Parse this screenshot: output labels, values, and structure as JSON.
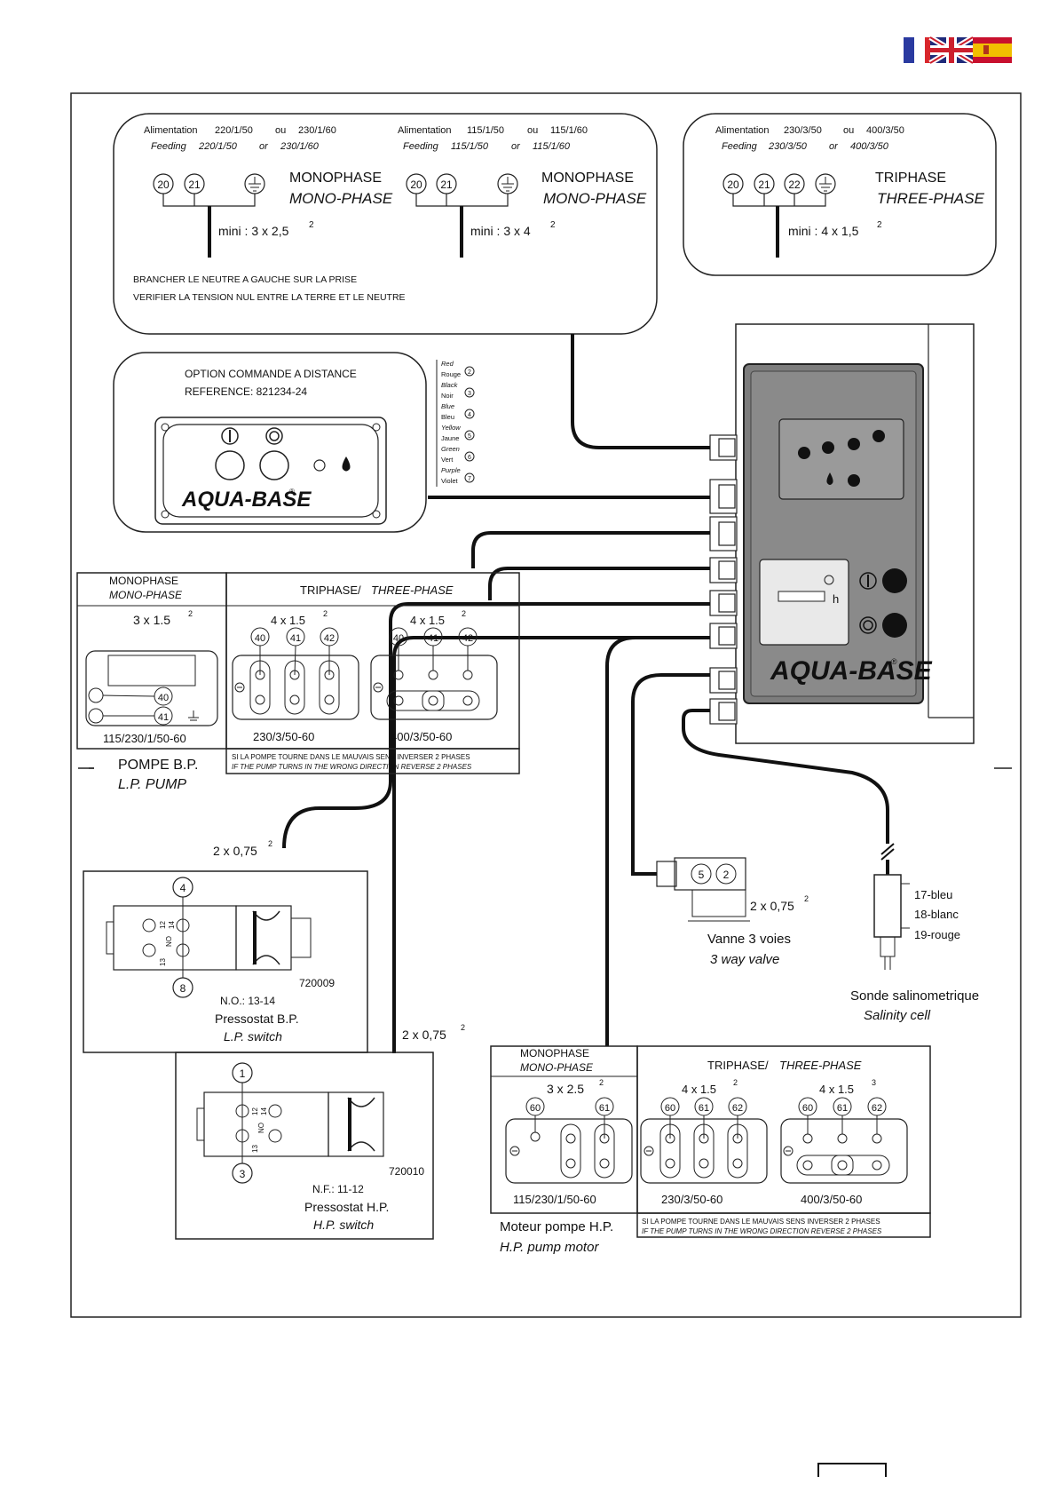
{
  "flags": [
    {
      "name": "france-flag",
      "colors": [
        "#2a3aa0",
        "#ffffff",
        "#d8262c"
      ]
    },
    {
      "name": "uk-flag",
      "colors": [
        "#1f2a7a",
        "#ffffff",
        "#cc1f2d"
      ]
    },
    {
      "name": "spain-flag",
      "colors": [
        "#c8102e",
        "#f1bf00",
        "#c8102e"
      ]
    }
  ],
  "power_box": {
    "mono_230": {
      "feed_fr_label": "Alimentation",
      "feed_fr_value": "220/1/50",
      "or_fr": "ou",
      "feed_fr_alt": "230/1/60",
      "feed_en_label": "Feeding",
      "feed_en_value": "220/1/50",
      "or_en": "or",
      "feed_en_alt": "230/1/60",
      "terminals": [
        "20",
        "21"
      ],
      "title_fr": "MONOPHASE",
      "title_en": "MONO-PHASE",
      "cable": "mini : 3 x 2,5",
      "cable_exp": "2"
    },
    "mono_115": {
      "feed_fr_label": "Alimentation",
      "feed_fr_value": "115/1/50",
      "or_fr": "ou",
      "feed_fr_alt": "115/1/60",
      "feed_en_label": "Feeding",
      "feed_en_value": "115/1/50",
      "or_en": "or",
      "feed_en_alt": "115/1/60",
      "terminals": [
        "20",
        "21"
      ],
      "title_fr": "MONOPHASE",
      "title_en": "MONO-PHASE",
      "cable": "mini : 3 x 4",
      "cable_exp": "2"
    },
    "note_line1": "BRANCHER LE NEUTRE A GAUCHE SUR LA PRISE",
    "note_line2": "VERIFIER LA TENSION NUL ENTRE LA TERRE ET LE NEUTRE"
  },
  "three_phase_box": {
    "feed_fr_label": "Alimentation",
    "feed_fr_value": "230/3/50",
    "or_fr": "ou",
    "feed_fr_alt": "400/3/50",
    "feed_en_label": "Feeding",
    "feed_en_value": "230/3/50",
    "or_en": "or",
    "feed_en_alt": "400/3/50",
    "terminals": [
      "20",
      "21",
      "22"
    ],
    "title_fr": "TRIPHASE",
    "title_en": "THREE-PHASE",
    "cable": "mini : 4 x 1,5",
    "cable_exp": "2"
  },
  "remote_option": {
    "line1": "OPTION COMMANDE A DISTANCE",
    "line2": "REFERENCE: 821234-24",
    "logo": "AQUA-BASE",
    "wires": [
      {
        "en": "Red",
        "fr": "Rouge",
        "num": "2"
      },
      {
        "en": "Black",
        "fr": "Noir",
        "num": "3"
      },
      {
        "en": "Blue",
        "fr": "Bleu",
        "num": "4"
      },
      {
        "en": "Yellow",
        "fr": "Jaune",
        "num": "5"
      },
      {
        "en": "Green",
        "fr": "Vert",
        "num": "6"
      },
      {
        "en": "Purple",
        "fr": "Violet",
        "num": "7"
      }
    ]
  },
  "controller": {
    "logo": "AQUA-BASE",
    "display_unit": "h"
  },
  "lp_pump": {
    "mono_header_fr": "MONOPHASE",
    "mono_header_en": "MONO-PHASE",
    "mono_cable": "3 x 1.5",
    "mono_cable_exp": "2",
    "mono_terminals": [
      "40",
      "41"
    ],
    "mono_rating": "115/230/1/50-60",
    "tri_header_fr": "TRIPHASE",
    "tri_header_sep": "/",
    "tri_header_en": "THREE-PHASE",
    "tri_cable": "4 x 1.5",
    "tri_cable_exp": "2",
    "tri_terminals": [
      "40",
      "41",
      "42"
    ],
    "tri_rating_1": "230/3/50-60",
    "tri_rating_2": "400/3/50-60",
    "warn_fr": "SI LA POMPE TOURNE DANS LE MAUVAIS SENS INVERSER 2 PHASES",
    "warn_en": "IF THE PUMP TURNS IN THE WRONG DIRECTION REVERSE 2 PHASES",
    "label_fr": "POMPE B.P.",
    "label_en": "L.P. PUMP"
  },
  "lp_switch": {
    "cable": "2 x 0,75",
    "cable_exp": "2",
    "top_terminal": "4",
    "bottom_terminal": "8",
    "contacts": [
      "12",
      "14",
      "13",
      "NO"
    ],
    "ref": "720009",
    "contact_type": "N.O.: 13-14",
    "label_fr": "Pressostat B.P.",
    "label_en": "L.P. switch"
  },
  "hp_switch": {
    "cable": "2 x 0,75",
    "cable_exp": "2",
    "top_terminal": "1",
    "bottom_terminal": "3",
    "contacts": [
      "12",
      "14",
      "13",
      "NO"
    ],
    "ref": "720010",
    "contact_type": "N.F.: 11-12",
    "label_fr": "Pressostat H.P.",
    "label_en": "H.P. switch"
  },
  "valve": {
    "terminals": [
      "5",
      "2"
    ],
    "cable": "2 x 0,75",
    "cable_exp": "2",
    "label_fr": "Vanne 3 voies",
    "label_en": "3 way valve"
  },
  "salinity_cell": {
    "wires": [
      "17-bleu",
      "18-blanc",
      "19-rouge"
    ],
    "label_fr": "Sonde salinometrique",
    "label_en": "Salinity cell"
  },
  "hp_pump": {
    "mono_header_fr": "MONOPHASE",
    "mono_header_en": "MONO-PHASE",
    "mono_cable": "3 x 2.5",
    "mono_cable_exp": "2",
    "mono_terminals": [
      "60",
      "61"
    ],
    "mono_rating": "115/230/1/50-60",
    "tri_header_fr": "TRIPHASE",
    "tri_header_sep": "/",
    "tri_header_en": "THREE-PHASE",
    "tri_cable_1": "4 x 1.5",
    "tri_cable_1_exp": "2",
    "tri_cable_2": "4 x 1.5",
    "tri_cable_2_exp": "3",
    "tri_terminals": [
      "60",
      "61",
      "62"
    ],
    "tri_rating_1": "230/3/50-60",
    "tri_rating_2": "400/3/50-60",
    "warn_fr": "SI LA POMPE TOURNE DANS LE MAUVAIS SENS INVERSER 2 PHASES",
    "warn_en": "IF THE PUMP TURNS IN THE WRONG DIRECTION REVERSE 2 PHASES",
    "label_fr": "Moteur pompe H.P.",
    "label_en": "H.P. pump motor"
  }
}
